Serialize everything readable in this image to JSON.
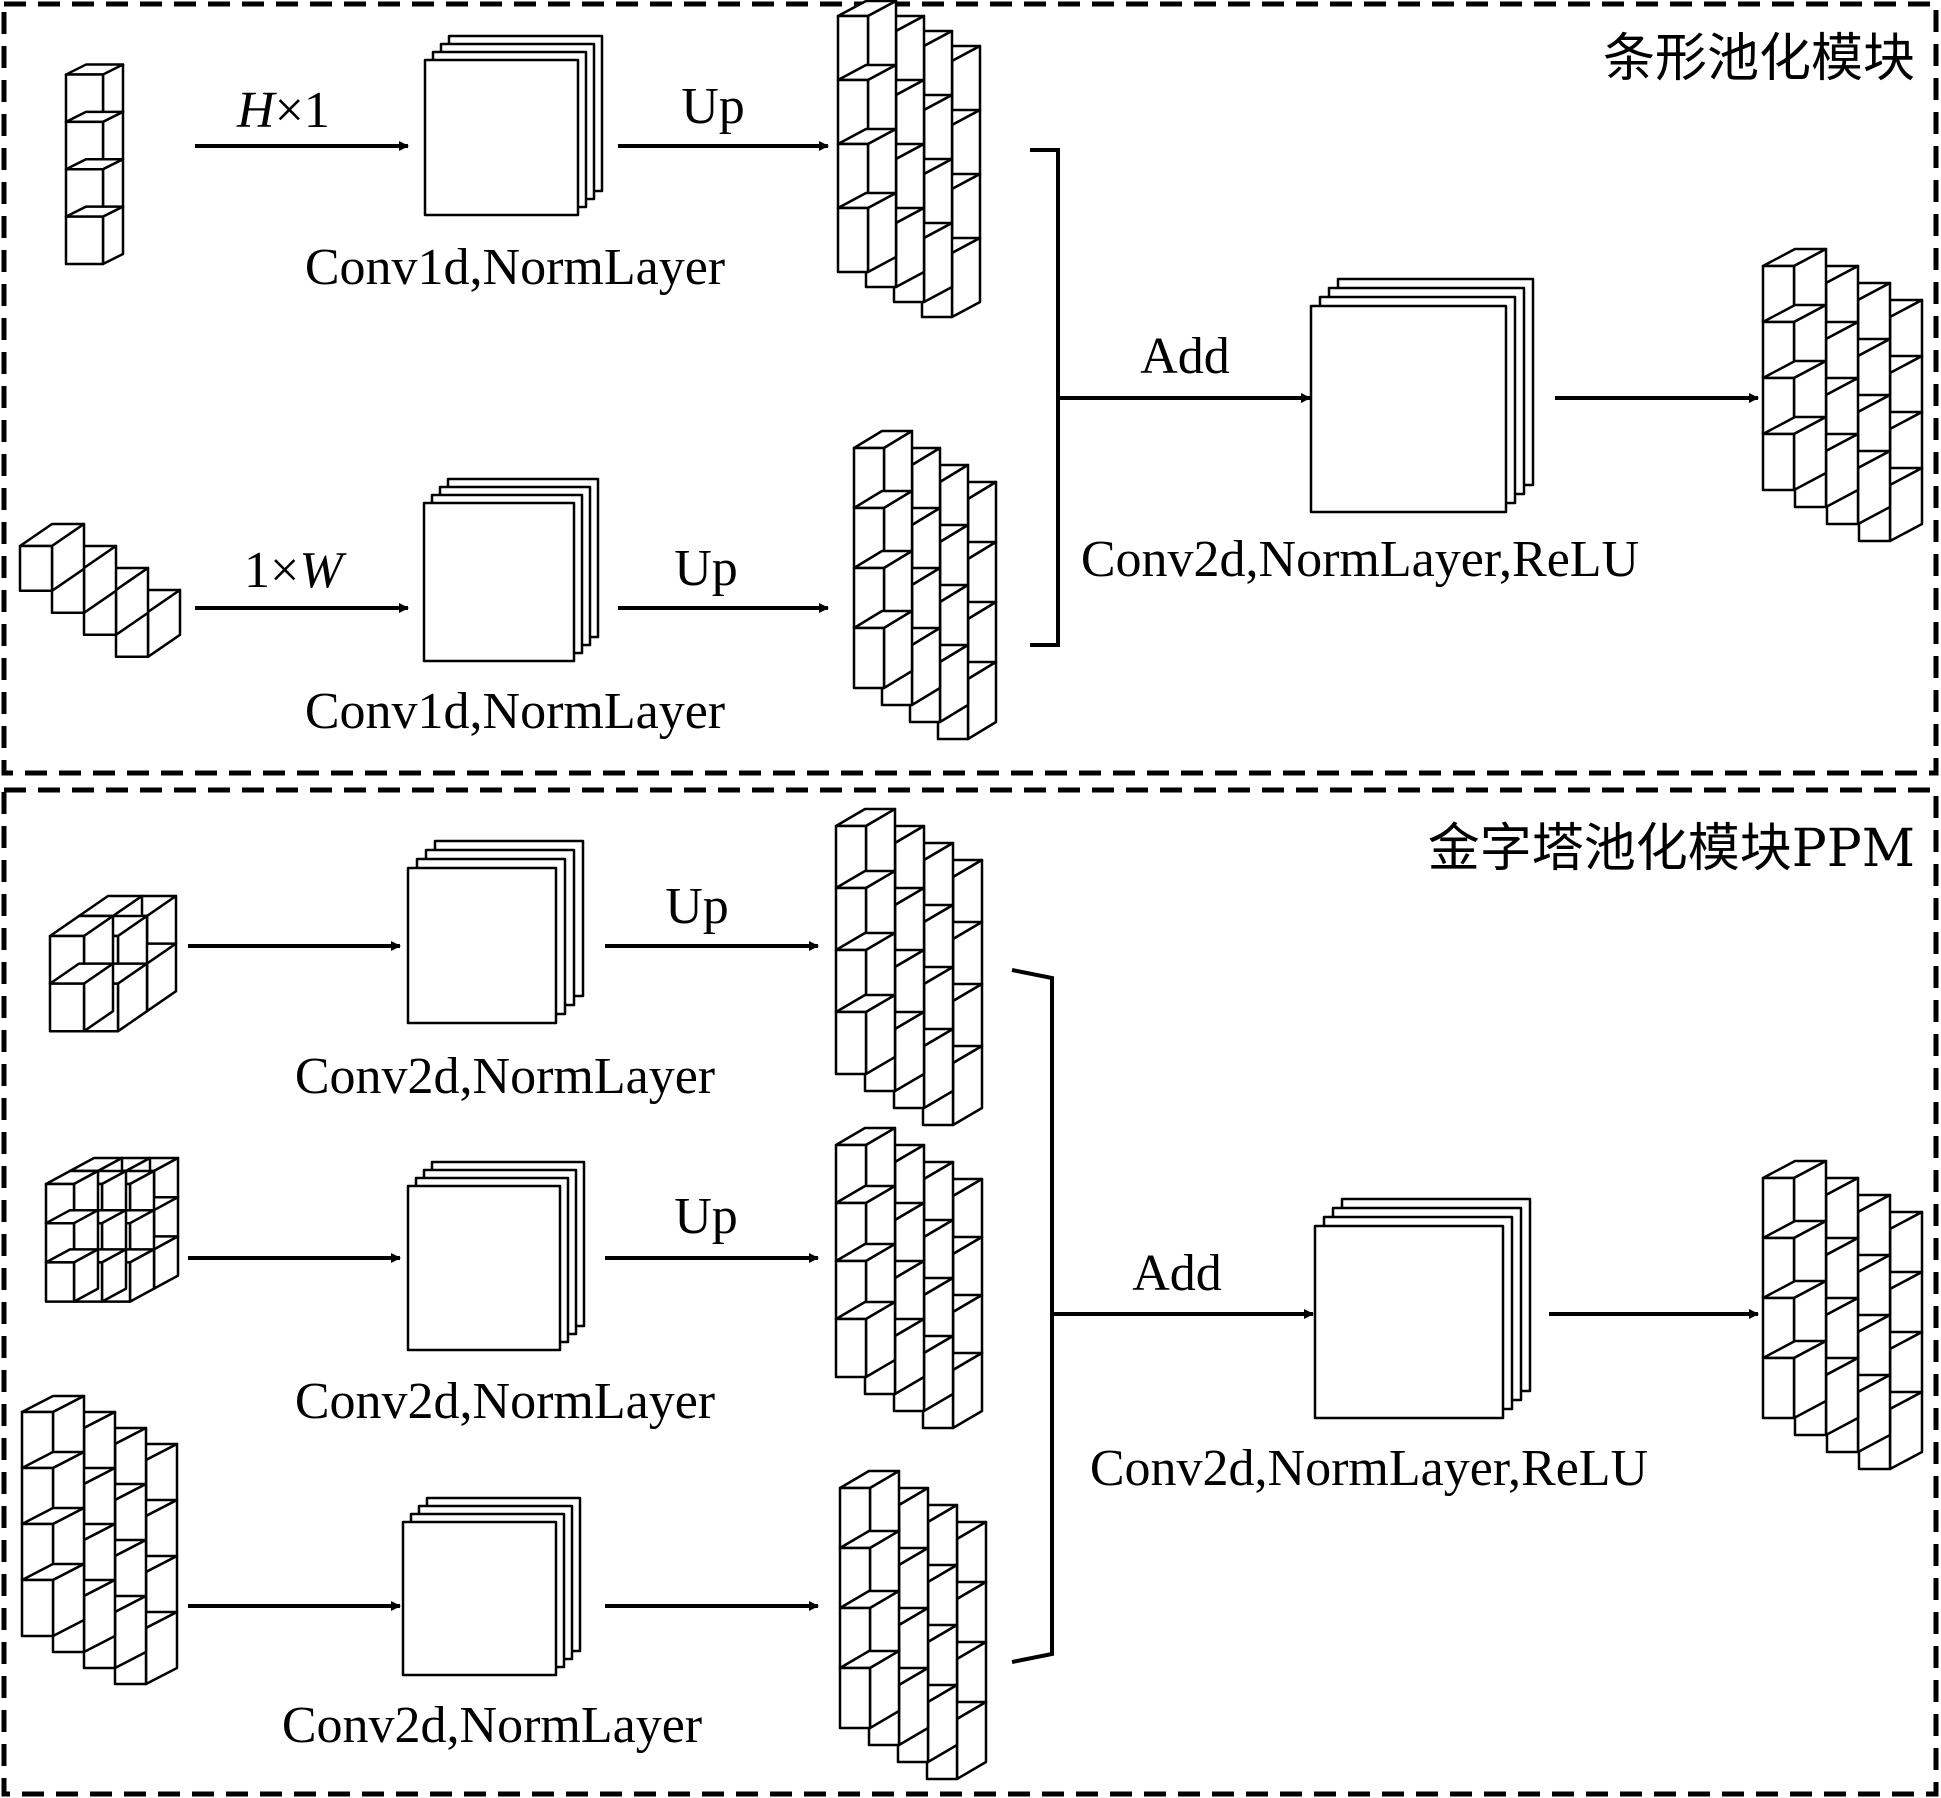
{
  "panels": [
    {
      "title": "条形池化模块",
      "branches": [
        {
          "dim_label_prefix": "",
          "dim_label_var": "H",
          "dim_label_suffix": "×1",
          "conv_label": "Conv1d,NormLayer",
          "up_label": "Up"
        },
        {
          "dim_label_prefix": "1×",
          "dim_label_var": "W",
          "dim_label_suffix": "",
          "conv_label": "Conv1d,NormLayer",
          "up_label": "Up"
        }
      ],
      "add_label": "Add",
      "fuse_label": "Conv2d,NormLayer,ReLU"
    },
    {
      "title": "金字塔池化模块PPM",
      "branches": [
        {
          "conv_label": "Conv2d,NormLayer",
          "up_label": "Up"
        },
        {
          "conv_label": "Conv2d,NormLayer",
          "up_label": "Up"
        },
        {
          "conv_label": "Conv2d,NormLayer",
          "up_label": ""
        }
      ],
      "add_label": "Add",
      "fuse_label": "Conv2d,NormLayer,ReLU"
    }
  ]
}
